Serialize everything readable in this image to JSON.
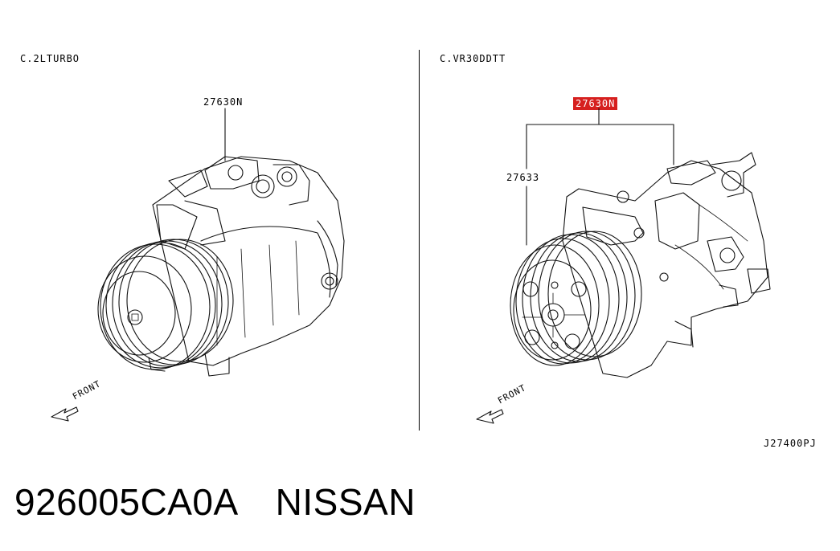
{
  "left_panel": {
    "variant_label": "C.2LTURBO",
    "part_label": "27630N",
    "front_label": "FRONT",
    "icon": "compressor-drawing"
  },
  "right_panel": {
    "variant_label": "C.VR30DDTT",
    "part_label_highlighted": "27630N",
    "sub_part_label": "27633",
    "front_label": "FRONT",
    "icon": "compressor-drawing",
    "highlight_color": "#d6201f"
  },
  "diagram_code": "J27400PJ",
  "part_number": "926005CA0A",
  "brand": "NISSAN"
}
